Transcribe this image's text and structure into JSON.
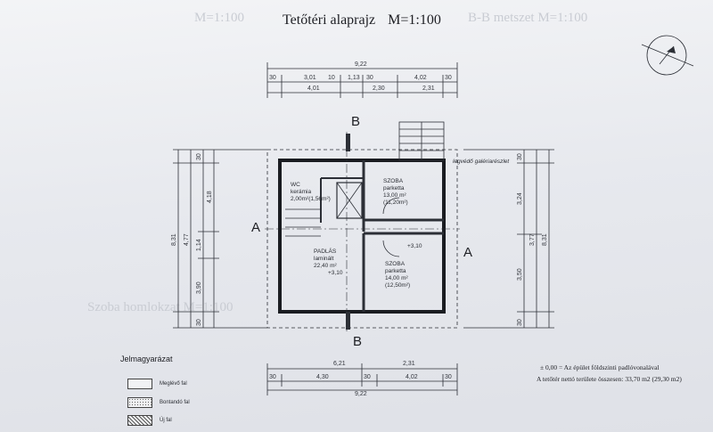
{
  "header": {
    "title": "Tetőtéri alaprajz",
    "scale": "M=1:100"
  },
  "background_ghost_text": {
    "left": "M=1:100",
    "right": "B-B metszet  M=1:100",
    "bottom_left": "Szoba homlokzat  M=1:100"
  },
  "sections": {
    "a_left": "A",
    "a_right": "A",
    "b_top": "B",
    "b_bottom": "B"
  },
  "dimensions": {
    "top_total": "9,22",
    "top_row1": [
      "30",
      "3,01",
      "10",
      "1,13",
      "30",
      "4,02",
      "30"
    ],
    "top_row2": [
      "4,01",
      "2,30",
      "2,31"
    ],
    "bottom_row1": [
      "6,21",
      "2,31"
    ],
    "bottom_row2": [
      "30",
      "4,30",
      "30",
      "4,02",
      "30"
    ],
    "bottom_total": "9,22",
    "left_total": "8,31",
    "left_sub": "4,77",
    "left_parts": [
      "30",
      "4,18",
      "1,14",
      "3,90",
      "30"
    ],
    "right_total": "8,31",
    "right_sub": "3,77",
    "right_parts": [
      "30",
      "3,24",
      "3,50",
      "30"
    ]
  },
  "rooms": {
    "wc": {
      "name": "WC",
      "floor": "kerámia",
      "area": "2,00m²(1,56m²)"
    },
    "room_upper": {
      "name": "SZOBA",
      "floor": "parketta",
      "area": "13,00 m²",
      "net": "(11,20m²)"
    },
    "room_lower": {
      "name": "SZOBA",
      "floor": "parketta",
      "area": "14,00 m²",
      "net": "(12,50m²)"
    },
    "hall": {
      "name": "PADLÁS",
      "floor": "laminált",
      "area": "22,40 m²"
    },
    "levels": [
      "+3,10",
      "+3,10"
    ],
    "gallery_note": "legvédő galériarészlet"
  },
  "legend": {
    "title": "Jelmagyarázat",
    "items": [
      {
        "label": "Meglévő fal",
        "pattern": "plain"
      },
      {
        "label": "Bontandó fal",
        "pattern": "dots"
      },
      {
        "label": "Új fal",
        "pattern": "hatch"
      }
    ]
  },
  "notes": {
    "line1": "± 0,00 = Az épület földszinti padlóvonalával",
    "line2": "A tetőtér nettó területe összesen: 33,70 m2 (29,30 m2)"
  },
  "colors": {
    "ink": "#1e1f24",
    "paper": "#eceef2"
  }
}
